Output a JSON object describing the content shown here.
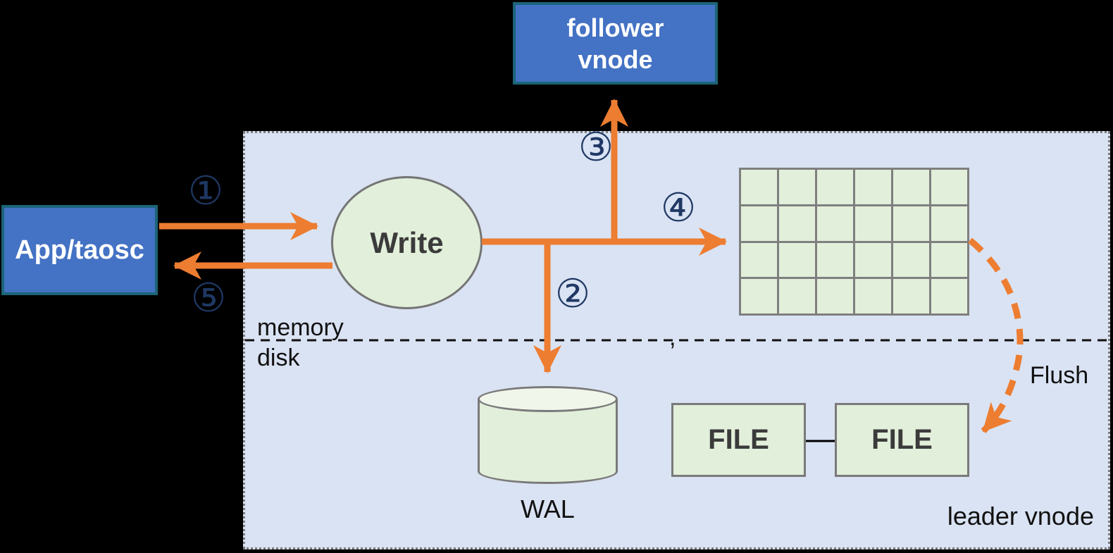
{
  "nodes": {
    "app_taosc": {
      "label": "App/taosc"
    },
    "follower_vnode": {
      "label": "follower\nvnode"
    },
    "write": {
      "label": "Write"
    },
    "wal": {
      "label": "WAL"
    },
    "file_left": {
      "label": "FILE"
    },
    "file_right": {
      "label": "FILE"
    },
    "mem_table_grid": {
      "rows": 4,
      "cols": 6
    }
  },
  "labels": {
    "memory": "memory",
    "disk": "disk",
    "flush": "Flush",
    "leader_vnode": "leader vnode",
    "comma_artifact": ","
  },
  "steps": [
    {
      "id": 1,
      "symbol": "①"
    },
    {
      "id": 2,
      "symbol": "②"
    },
    {
      "id": 3,
      "symbol": "③"
    },
    {
      "id": 4,
      "symbol": "④"
    },
    {
      "id": 5,
      "symbol": "⑤"
    }
  ],
  "colors": {
    "background": "#000000",
    "arrow_orange": "#ed7d31",
    "node_blue_fill": "#4472c4",
    "node_blue_border": "#1c6478",
    "green_fill": "#e2efda",
    "green_border": "#7a7a7a",
    "leader_box_fill": "#dae3f3",
    "leader_box_border": "#7c7c7c",
    "step_number_navy": "#1f3864",
    "divider_black": "#111111"
  }
}
